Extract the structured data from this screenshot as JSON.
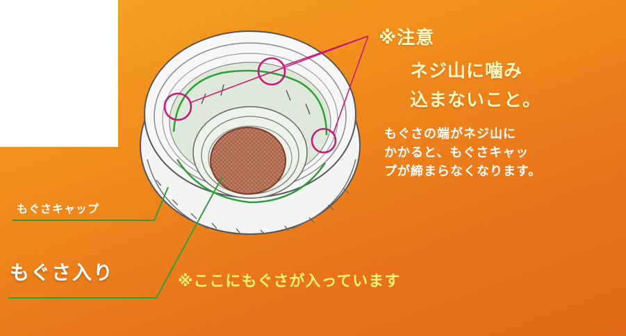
{
  "note": {
    "heading": "※注意",
    "line1": "ネジ山に噛み",
    "line2": "込まないこと。"
  },
  "explanation": {
    "line1": "もぐさの端がネジ山に",
    "line2": "かかると、もぐさキャッ",
    "line3": "プが締まらなくなります。"
  },
  "labels": {
    "cap": "もぐさキャップ",
    "moxa": "もぐさ入り",
    "inside_note": "※ここにもぐさが入っています"
  },
  "colors": {
    "background_top": "#f5a623",
    "background_bottom": "#e16a18",
    "note_text": "#fff8c2",
    "inside_note_text": "#fff27a",
    "leader_green": "#2e9e3a",
    "highlight_magenta": "#c8187d",
    "moxa_fill": "#a8614a"
  }
}
